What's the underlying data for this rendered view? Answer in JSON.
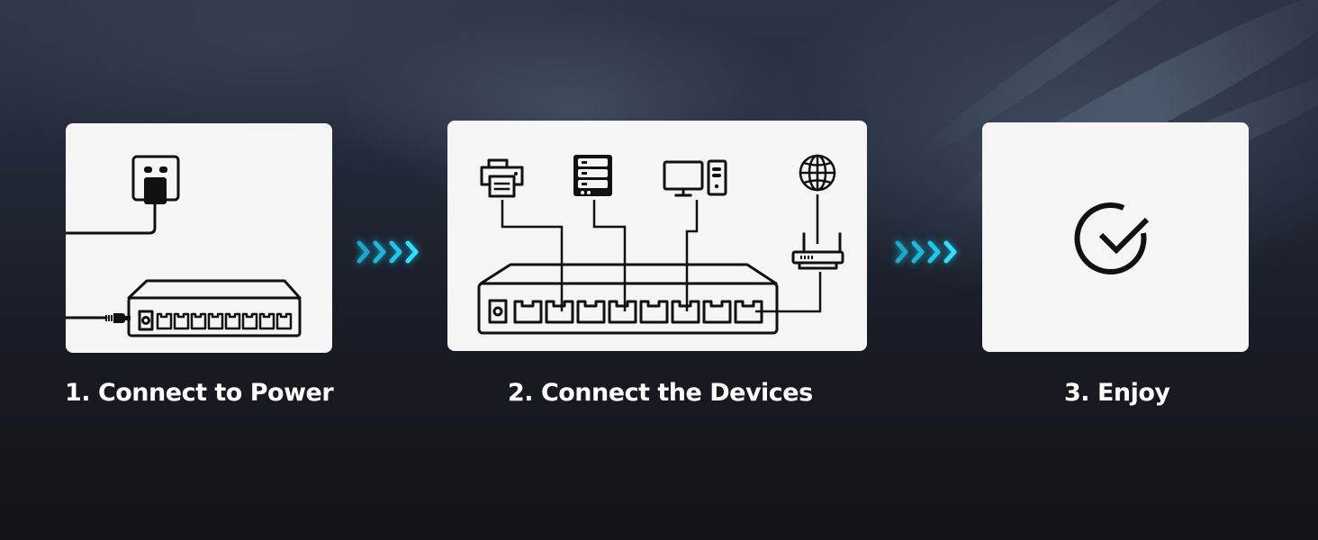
{
  "steps": [
    {
      "number": "1.",
      "label": "1. Connect to Power",
      "illustration": "power-outlet-to-switch"
    },
    {
      "number": "2.",
      "label": "2. Connect the Devices",
      "illustration": "devices-to-switch",
      "devices": [
        "printer",
        "server",
        "desktop-computer",
        "internet-globe-router"
      ]
    },
    {
      "number": "3.",
      "label": "3. Enjoy",
      "illustration": "check-circle"
    }
  ],
  "connectors": [
    {
      "icon": "chevron-arrows",
      "count": 4
    },
    {
      "icon": "chevron-arrows",
      "count": 4
    }
  ],
  "colors": {
    "card_bg": "#f5f5f5",
    "line": "#111111",
    "accent": "#19d4f5",
    "text": "#ffffff",
    "bg_dark": "#131418"
  },
  "switch": {
    "ports": 8
  }
}
